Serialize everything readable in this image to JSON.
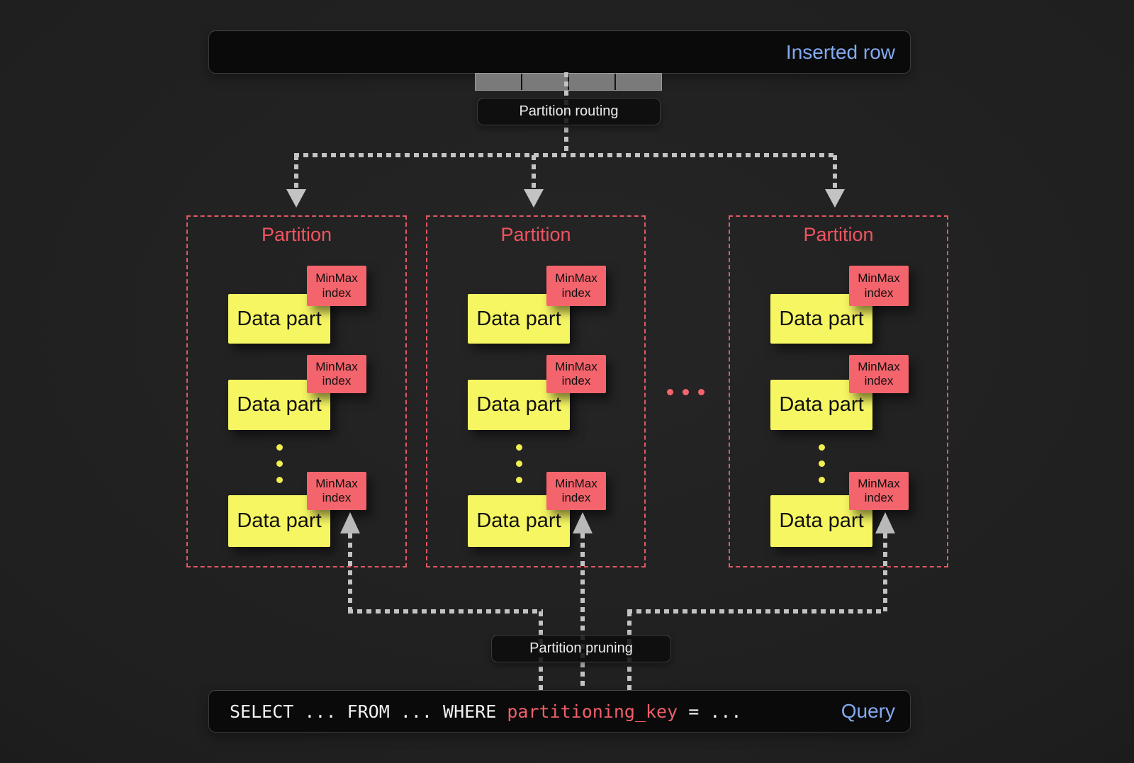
{
  "colors": {
    "background": "#1f1f1f",
    "dark_box_bg": "#0a0a0a",
    "dark_box_border": "#3c3c3c",
    "accent_blue": "#83aaf1",
    "accent_red": "#ef5460",
    "partition_border_red": "#e15863",
    "minmax_bg": "#f4646c",
    "datapart_yellow": "#f6f663",
    "connector_gray": "#c3c3c3",
    "label_text": "#ececec"
  },
  "inserted_row": {
    "label": "Inserted row",
    "segment_count": 4
  },
  "labels": {
    "routing": "Partition routing",
    "pruning": "Partition pruning"
  },
  "partitions": [
    {
      "title": "Partition",
      "parts": [
        {
          "label": "Data part",
          "index_line1": "MinMax",
          "index_line2": "index"
        },
        {
          "label": "Data part",
          "index_line1": "MinMax",
          "index_line2": "index"
        },
        {
          "label": "Data part",
          "index_line1": "MinMax",
          "index_line2": "index"
        }
      ],
      "more_parts_indicator_dots": 3
    },
    {
      "title": "Partition",
      "parts": [
        {
          "label": "Data part",
          "index_line1": "MinMax",
          "index_line2": "index"
        },
        {
          "label": "Data part",
          "index_line1": "MinMax",
          "index_line2": "index"
        },
        {
          "label": "Data part",
          "index_line1": "MinMax",
          "index_line2": "index"
        }
      ],
      "more_parts_indicator_dots": 3
    },
    {
      "title": "Partition",
      "parts": [
        {
          "label": "Data part",
          "index_line1": "MinMax",
          "index_line2": "index"
        },
        {
          "label": "Data part",
          "index_line1": "MinMax",
          "index_line2": "index"
        },
        {
          "label": "Data part",
          "index_line1": "MinMax",
          "index_line2": "index"
        }
      ],
      "more_parts_indicator_dots": 3
    }
  ],
  "more_partitions_indicator_dots": 3,
  "query": {
    "clause": "SELECT ... FROM ... WHERE ",
    "key": "partitioning_key",
    "rest": " = ...",
    "label": "Query"
  }
}
